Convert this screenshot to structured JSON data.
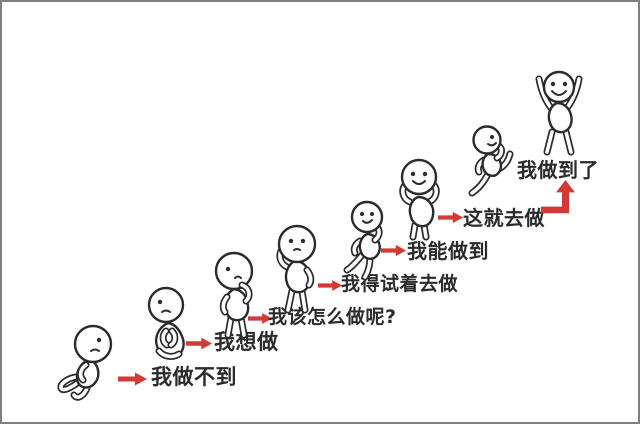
{
  "illustration": {
    "description": "Hand-drawn doodle figures climbing an invisible staircase from despair to triumph",
    "colors": {
      "arrow": "#d23a35",
      "ink": "#2b2b2b",
      "frame": "#7f7f7f",
      "bg": "#ffffff"
    },
    "steps": [
      {
        "label": "我做不到",
        "figure": "kneeling-dejected-figure",
        "mood": "sad",
        "arrow": "right"
      },
      {
        "label": "我想做",
        "figure": "kneeling-pleading-figure",
        "mood": "sad",
        "arrow": "right"
      },
      {
        "label": "我该怎么做呢?",
        "figure": "hand-on-chin-thinking-figure",
        "mood": "worried",
        "arrow": "right"
      },
      {
        "label": "我得试着去做",
        "figure": "head-scratching-figure",
        "mood": "unsure",
        "arrow": "right"
      },
      {
        "label": "我能做到",
        "figure": "arm-raised-striding-figure",
        "mood": "happy",
        "arrow": "right"
      },
      {
        "label": "这就去做",
        "figure": "cheering-hands-up-figure",
        "mood": "happy",
        "arrow": "right"
      },
      {
        "label": "我做到了",
        "figure": "celebrating-arms-up-figure",
        "extra_figure": "leaping-kick-figure",
        "mood": "triumphant",
        "arrow": "up-elbow"
      }
    ]
  }
}
